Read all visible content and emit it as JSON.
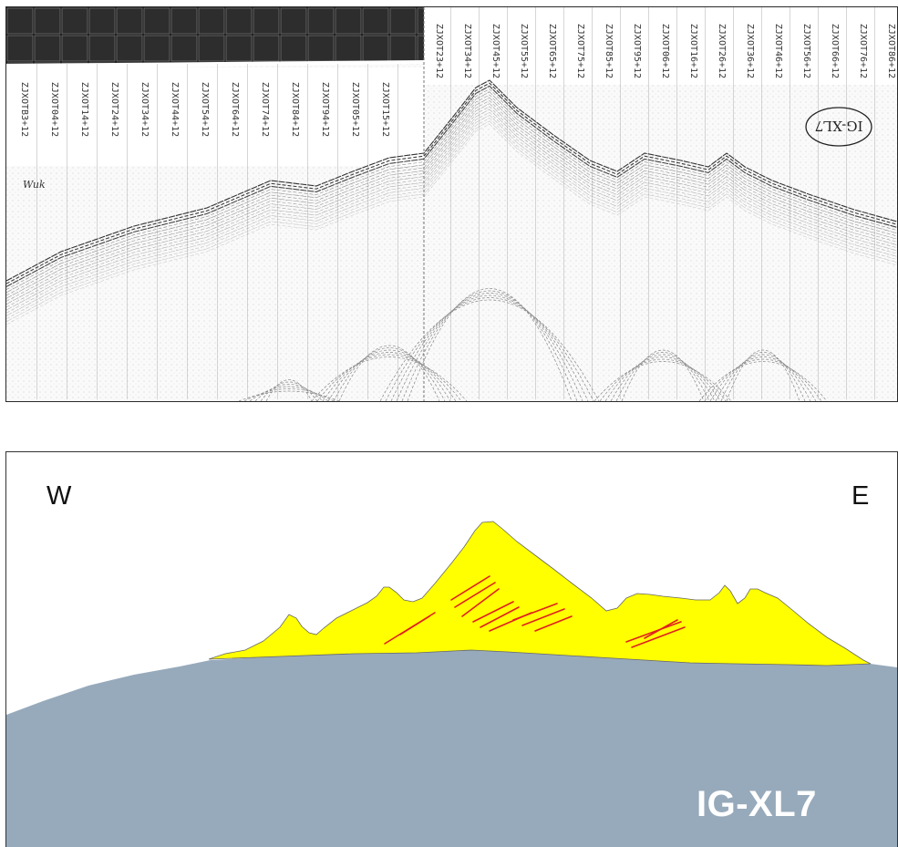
{
  "seismic_section": {
    "trace_labels_left": [
      "ZJXOTB3+12",
      "ZJXOT04+12",
      "ZJXOT14+12",
      "ZJXOT24+12",
      "ZJXOT34+12",
      "ZJXOT44+12",
      "ZJXOT54+12",
      "ZJXOT64+12",
      "ZJXOT74+12",
      "ZJXOT84+12",
      "ZJXOT94+12",
      "ZJXOT05+12",
      "ZJXOT15+12"
    ],
    "trace_labels_right": [
      "ZJXOT23+12",
      "ZJXOT34+12",
      "ZJXOT45+12",
      "ZJXOT55+12",
      "ZJXOT65+12",
      "ZJXOT75+12",
      "ZJXOT85+12",
      "ZJXOT95+12",
      "ZJXOT06+12",
      "ZJXOT16+12",
      "ZJXOT26+12",
      "ZJXOT36+12",
      "ZJXOT46+12",
      "ZJXOT56+12",
      "ZJXOT66+12",
      "ZJXOT76+12",
      "ZJXOT86+12"
    ],
    "handwritten_tag": "IG-XL7",
    "handwritten_note": "Wuk"
  },
  "interpretation": {
    "west_label": "W",
    "east_label": "E",
    "profile_name": "IG-XL7",
    "colors": {
      "basement": "#97aabb",
      "buildup": "#ffff00",
      "faults": "#e02020",
      "outline": "#555555"
    }
  }
}
